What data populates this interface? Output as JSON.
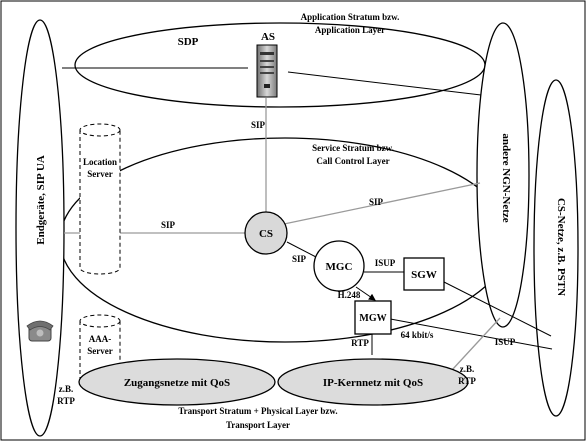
{
  "layers": {
    "application_title": [
      "Application Stratum bzw.",
      "Application Layer"
    ],
    "service_title": [
      "Service Stratum bzw.",
      "Call Control Layer"
    ],
    "transport_title": [
      "Transport Stratum + Physical Layer bzw.",
      "Transport Layer"
    ]
  },
  "nodes": {
    "sdp": "SDP",
    "as": "AS",
    "cs": "CS",
    "mgc": "MGC",
    "sgw": "SGW",
    "mgw": "MGW",
    "endgeraete": "Endgeräte, SIP UA",
    "andere_ngn": "andere NGN-Netze",
    "cs_netze": "CS-Netze, z.B. PSTN",
    "location_server": [
      "Location",
      "Server"
    ],
    "aaa_server": [
      "AAA-",
      "Server"
    ],
    "zugangsnetze": "Zugangsnetze mit QoS",
    "ip_kernnetz": "IP-Kernnetz mit QoS"
  },
  "links": {
    "sip_as_cs": "SIP",
    "sip_ue_cs": "SIP",
    "sip_cs_ngn": "SIP",
    "sip_cs_mgc": "SIP",
    "isup_mgc_sgw": "ISUP",
    "h248": "H.248",
    "isup_mgw": "ISUP",
    "kbit": "64 kbit/s",
    "rtp_mgw": "RTP",
    "zb_rtp_left": [
      "z.B.",
      "RTP"
    ],
    "zb_rtp_right": [
      "z.B.",
      "RTP"
    ]
  }
}
